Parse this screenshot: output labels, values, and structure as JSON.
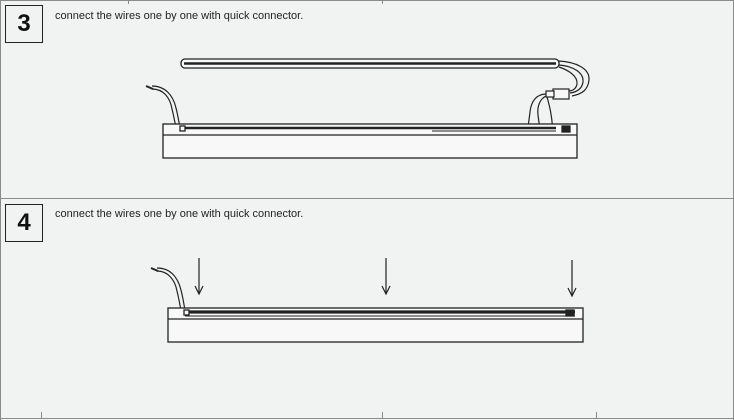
{
  "steps": [
    {
      "number": "3",
      "instruction": "connect the wires one by one with quick connector."
    },
    {
      "number": "4",
      "instruction": "connect the wires one by one with quick connector."
    }
  ],
  "colors": {
    "background": "#f1f3f2",
    "line": "#222222",
    "frame": "#8a8a8a"
  }
}
